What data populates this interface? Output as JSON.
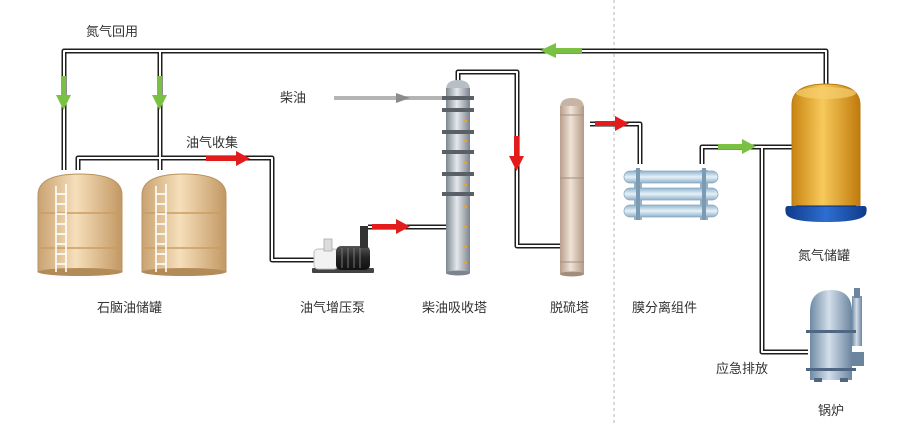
{
  "labels": {
    "nitrogen_return": "氮气回用",
    "naphtha_tanks": "石脑油储罐",
    "vapor_collection": "油气收集",
    "diesel": "柴油",
    "booster_pump": "油气增压泵",
    "absorption_tower": "柴油吸收塔",
    "desulfurization_tower": "脱硫塔",
    "membrane_module": "膜分离组件",
    "nitrogen_tank": "氮气储罐",
    "emergency_vent": "应急排放",
    "boiler": "锅炉"
  },
  "colors": {
    "pipe": "#1e1e1e",
    "arrow_red": "#e31b1b",
    "arrow_green": "#7ac143",
    "arrow_gray": "#8c8c8c",
    "divider": "#b5b5b5",
    "tank_beige": "#e7c79a",
    "nitrogen_tank": "#e8a72a",
    "membrane": "#b9d4e6",
    "boiler": "#9fb6cc"
  }
}
